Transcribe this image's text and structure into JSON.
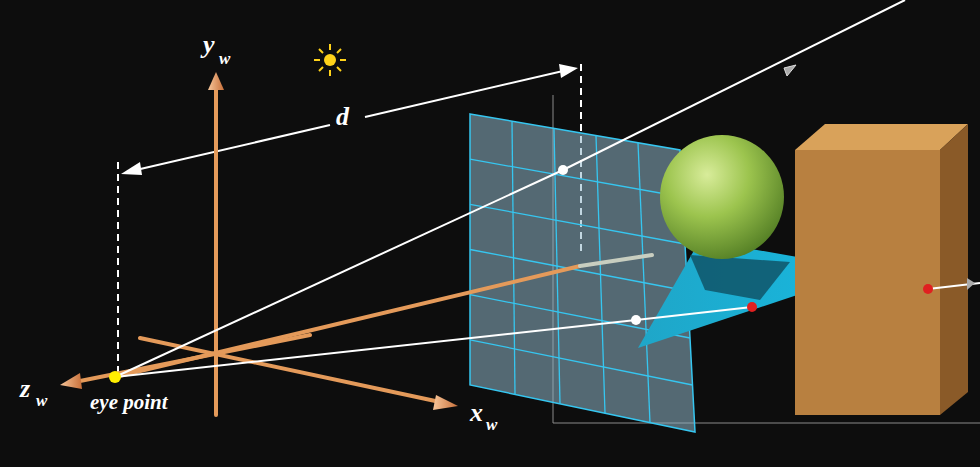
{
  "diagram": {
    "labels": [
      "y",
      "w",
      "d",
      "z",
      "w",
      "eye point",
      "x",
      "w"
    ]
  }
}
